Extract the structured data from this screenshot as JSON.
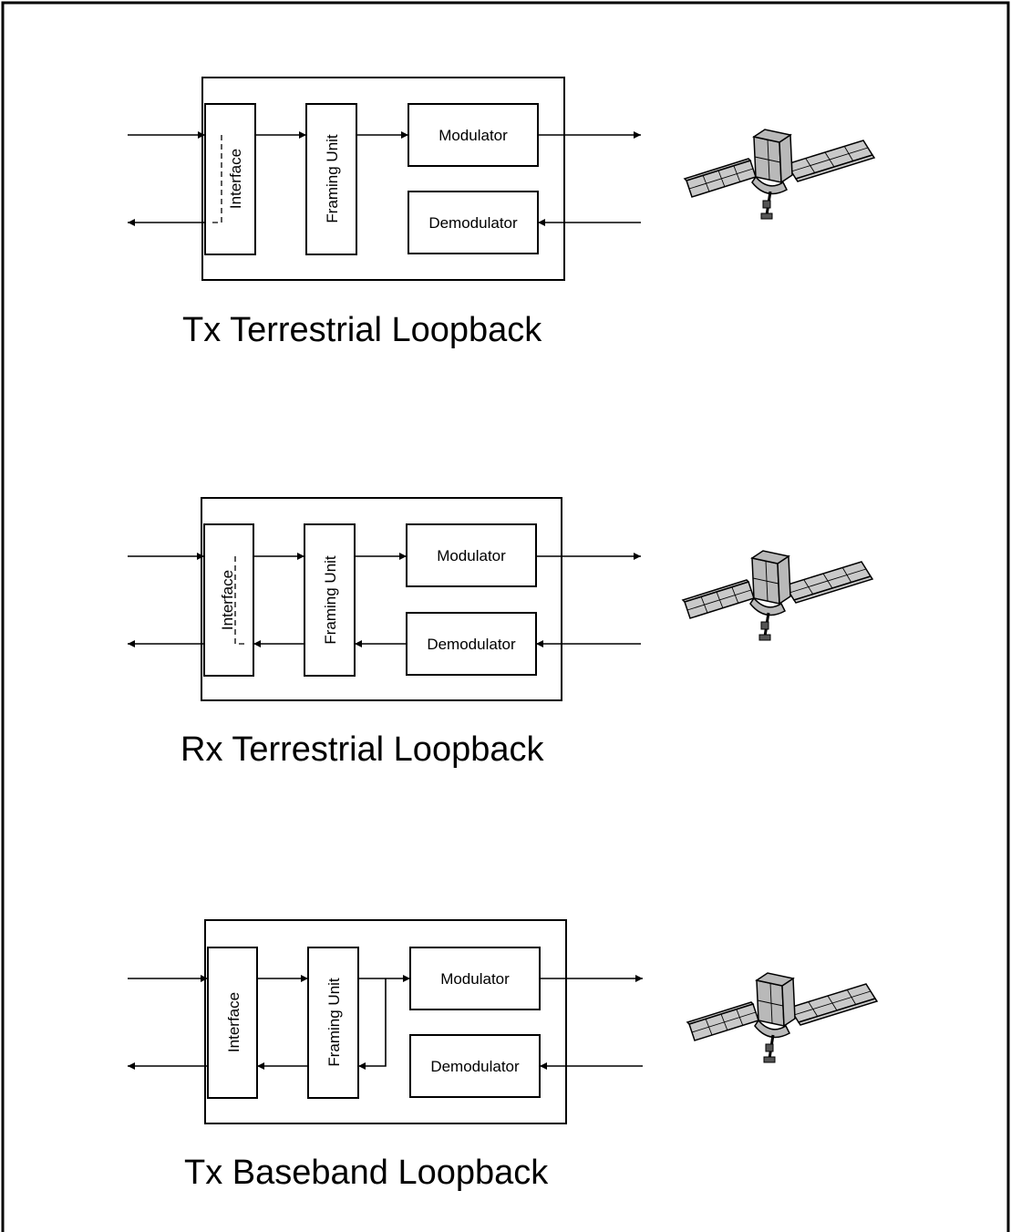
{
  "diagrams": [
    {
      "title": "Tx Terrestrial Loopback",
      "interface": "Interface",
      "framing": "Framing Unit",
      "modulator": "Modulator",
      "demodulator": "Demodulator",
      "loop_path": "interface"
    },
    {
      "title": "Rx Terrestrial Loopback",
      "interface": "Interface",
      "framing": "Framing Unit",
      "modulator": "Modulator",
      "demodulator": "Demodulator",
      "loop_path": "interface"
    },
    {
      "title": "Tx Baseband Loopback",
      "interface": "Interface",
      "framing": "Framing Unit",
      "modulator": "Modulator",
      "demodulator": "Demodulator",
      "loop_path": "framing-unit"
    }
  ],
  "icons": {
    "satellite": "satellite-icon"
  }
}
